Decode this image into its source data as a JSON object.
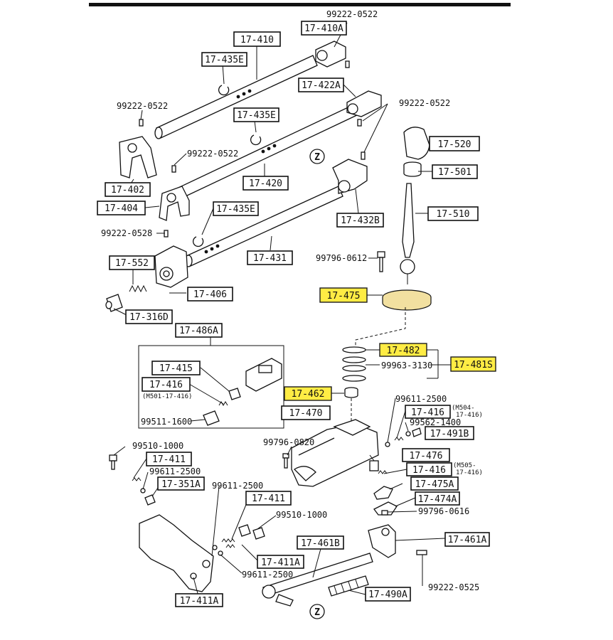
{
  "colors": {
    "highlight": "#ffeb3b",
    "ink": "#111111",
    "background": "#ffffff"
  },
  "zone_marker": "Z",
  "labels": {
    "l_17_410": "17-410",
    "l_17_410A": "17-410A",
    "l_99222_0522_a": "99222-0522",
    "l_17_435E_a": "17-435E",
    "l_17_422A": "17-422A",
    "l_99222_0522_b": "99222-0522",
    "l_99222_0522_c": "99222-0522",
    "l_17_435E_b": "17-435E",
    "l_17_520": "17-520",
    "l_99222_0522_d": "99222-0522",
    "l_17_501": "17-501",
    "l_17_402": "17-402",
    "l_17_420": "17-420",
    "l_17_404": "17-404",
    "l_17_435E_c": "17-435E",
    "l_17_510": "17-510",
    "l_17_432B": "17-432B",
    "l_99222_0528": "99222-0528",
    "l_17_431": "17-431",
    "l_99796_0612": "99796-0612",
    "l_17_552": "17-552",
    "l_17_406": "17-406",
    "l_17_475": "17-475",
    "l_17_316D": "17-316D",
    "l_17_486A": "17-486A",
    "l_17_482": "17-482",
    "l_17_481S": "17-481S",
    "l_99963_3130": "99963-3130",
    "l_17_415": "17-415",
    "l_17_416_a": "17-416",
    "l_17_416_a_note": "(M501-17-416)",
    "l_17_462": "17-462",
    "l_99611_2500_a": "99611-2500",
    "l_17_416_b": "17-416",
    "l_17_416_b_note1": "(M504-",
    "l_17_416_b_note2": "17-416)",
    "l_17_470": "17-470",
    "l_99562_1400": "99562-1400",
    "l_17_491B": "17-491B",
    "l_99511_1600": "99511-1600",
    "l_99796_0820": "99796-0820",
    "l_17_476": "17-476",
    "l_99510_1000_a": "99510-1000",
    "l_17_416_c": "17-416",
    "l_17_416_c_note1": "(M505-",
    "l_17_416_c_note2": "17-416)",
    "l_17_411_a": "17-411",
    "l_99611_2500_b": "99611-2500",
    "l_17_475A": "17-475A",
    "l_17_351A": "17-351A",
    "l_99611_2500_c": "99611-2500",
    "l_17_411_b": "17-411",
    "l_17_474A": "17-474A",
    "l_99510_1000_b": "99510-1000",
    "l_99796_0616": "99796-0616",
    "l_17_461B": "17-461B",
    "l_17_461A": "17-461A",
    "l_17_411A_a": "17-411A",
    "l_99611_2500_d": "99611-2500",
    "l_99222_0525": "99222-0525",
    "l_17_490A": "17-490A",
    "l_17_411A_b": "17-411A"
  }
}
